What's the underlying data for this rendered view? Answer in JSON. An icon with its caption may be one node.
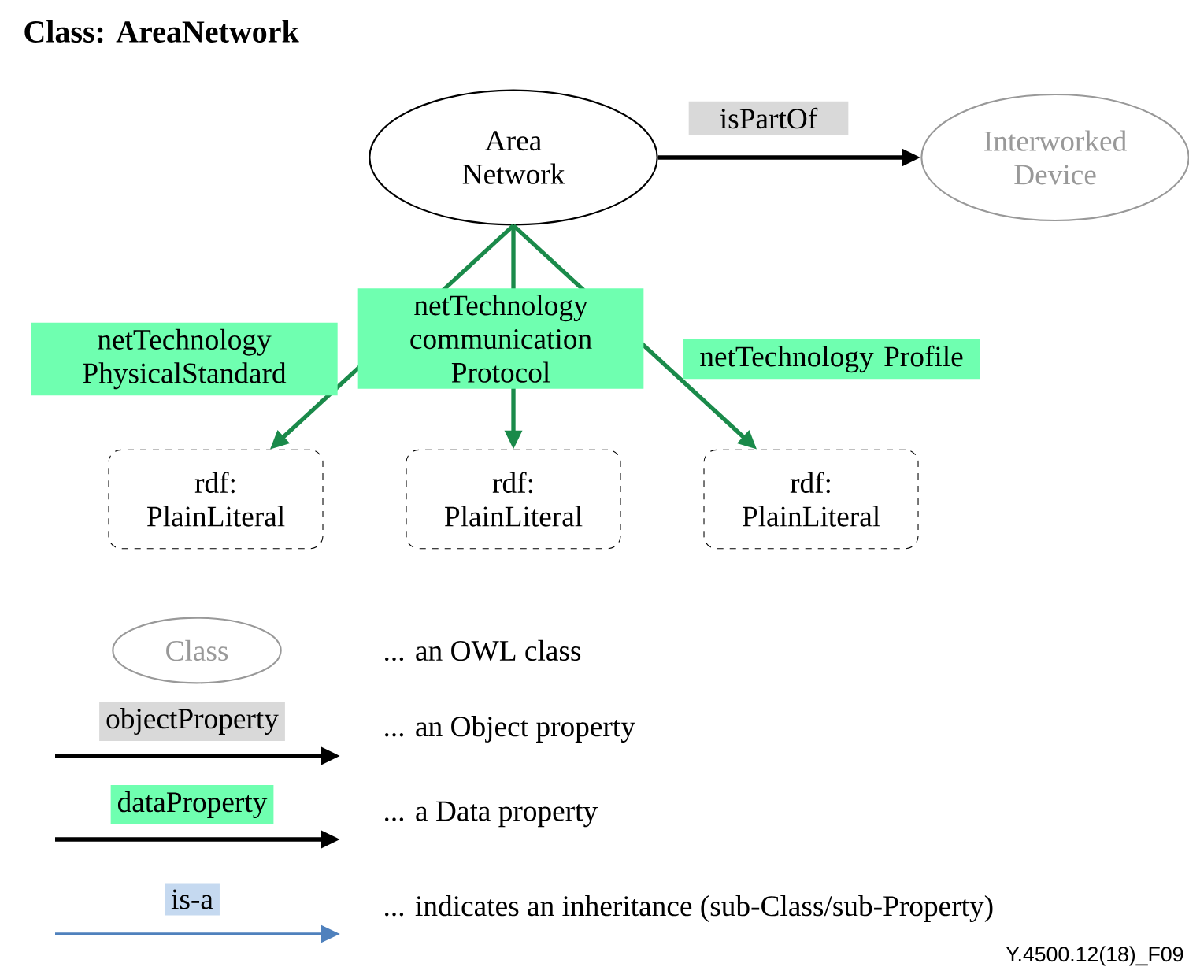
{
  "diagram": {
    "title": "Class: AreaNetwork",
    "nodes": [
      {
        "text": [
          "Area Network"
        ]
      },
      {
        "text": [
          "Interworked Device"
        ]
      },
      {
        "text": [
          "rdf: PlainLiteral"
        ]
      },
      {
        "text": [
          "rdf: PlainLiteral"
        ]
      },
      {
        "text": [
          "rdf: PlainLiteral"
        ]
      }
    ],
    "edges": [
      {
        "from": 0,
        "to": 1,
        "arrow": "to",
        "label": "isPartOf",
        "color": "#000000"
      },
      {
        "from": 0,
        "to": 2,
        "arrow": "to",
        "label": "netTechnology PhysicalStandard"
      },
      {
        "from": 0,
        "to": 3,
        "arrow": "to",
        "label": "netTechnology communication Protocol"
      },
      {
        "from": 0,
        "to": 4,
        "arrow": "to",
        "label": "netTechnology Profile"
      }
    ],
    "labels": [
      "Class",
      "objectProperty",
      "dataProperty",
      "is-a",
      "Y.4500.12(18)_F09"
    ],
    "legend": [
      {
        "text": "... an OWL class"
      },
      {
        "text": "... an Object property"
      },
      {
        "text": "... a Data property"
      },
      {
        "text": "... indicates an inheritance (sub-Class/sub-Property)"
      }
    ]
  }
}
